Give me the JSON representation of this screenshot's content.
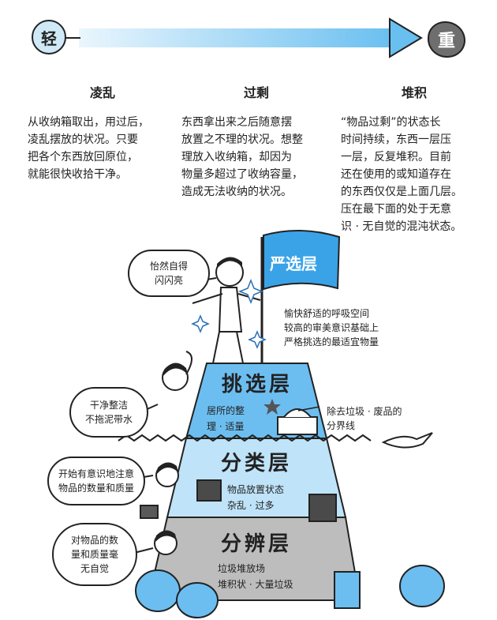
{
  "scale": {
    "light_label": "轻",
    "heavy_label": "重"
  },
  "columns": [
    {
      "title": "凌乱",
      "lines": [
        "从收纳箱取出，用过后，",
        "凌乱摆放的状况。只要",
        "把各个东西放回原位，",
        "就能很快收拾干净。"
      ]
    },
    {
      "title": "过剩",
      "lines": [
        "东西拿出来之后随意摆",
        "放置之不理的状况。想整",
        "理放入收纳箱，却因为",
        "物量多超过了收纳容量，",
        "造成无法收纳的状况。"
      ]
    },
    {
      "title": "堆积",
      "lines": [
        "“物品过剩”的状态长",
        "时间持续，东西一层压",
        "一层，反复堆积。目前",
        "还在使用的或知道存在",
        "的东西仅仅是上面几层。",
        "压在最下面的处于无意",
        "识 · 无自觉的混沌状态。"
      ]
    }
  ],
  "flag": {
    "label": "严选层",
    "desc": [
      "愉快舒适的呼吸空间",
      "较高的审美意识基础上",
      "严格挑选的最适宜物量"
    ]
  },
  "speech": {
    "top": [
      "怡然自得",
      "闪闪亮"
    ],
    "pick": [
      "干净整洁",
      "不拖泥带水"
    ],
    "sort": [
      "开始有意识地注意",
      "物品的数量和质量"
    ],
    "distinguish": [
      "对物品的数",
      "量和质量毫",
      "无自觉"
    ]
  },
  "tiers": {
    "pick": {
      "title": "挑选层",
      "sub": [
        "居所的整",
        "理 · 适量"
      ]
    },
    "sort": {
      "title": "分类层",
      "sub": [
        "物品放置状态",
        "杂乱 · 过多"
      ]
    },
    "distinguish": {
      "title": "分辨层",
      "sub": [
        "垃圾堆放场",
        "堆积状 · 大量垃圾"
      ]
    }
  },
  "boundary_note": [
    "除去垃圾 · 废品的",
    "分界线"
  ],
  "colors": {
    "arrow": "#69bff0",
    "tier_pick": "#6cbef0",
    "tier_sort": "#bfe3f8",
    "tier_distinguish": "#bdbdbd",
    "flag": "#3aa3e8"
  }
}
